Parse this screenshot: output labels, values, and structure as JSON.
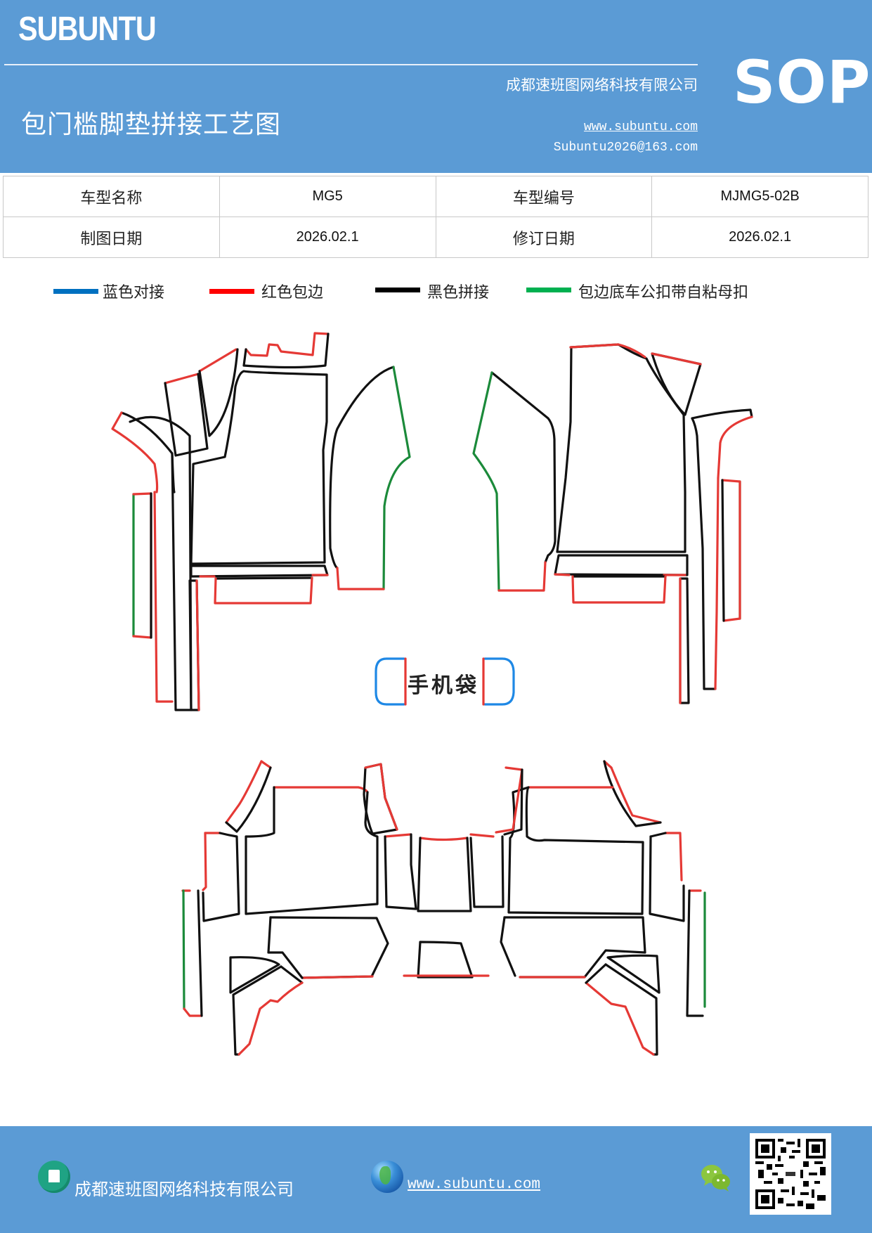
{
  "header": {
    "brand": "SUBUNTU",
    "doc_title": "包门槛脚垫拼接工艺图",
    "company": "成都速班图网络科技有限公司",
    "website": "www.subuntu.com",
    "email": "Subuntu2026@163.com",
    "badge": "SOP",
    "background_color": "#5b9bd5"
  },
  "info_table": {
    "rows": [
      {
        "label1": "车型名称",
        "value1": "MG5",
        "label2": "车型编号",
        "value2": "MJMG5-02B"
      },
      {
        "label1": "制图日期",
        "value1": "2026.02.1",
        "label2": "修订日期",
        "value2": "2026.02.1"
      }
    ]
  },
  "legend": {
    "items": [
      {
        "label": "蓝色对接",
        "color": "#0070c0"
      },
      {
        "label": "红色包边",
        "color": "#ff0000"
      },
      {
        "label": "黑色拼接",
        "color": "#000000"
      },
      {
        "label": "包边底车公扣带自粘母扣",
        "color": "#00b050"
      }
    ]
  },
  "diagram": {
    "phone_pocket_label": "手机袋",
    "line_colors": {
      "blue": "#1e88e5",
      "red": "#e53935",
      "black": "#111111",
      "green": "#1b8a3a"
    }
  },
  "footer": {
    "company": "成都速班图网络科技有限公司",
    "website": "www.subuntu.com",
    "icons": [
      "building-icon",
      "globe-icon",
      "wechat-icon",
      "qr-code"
    ]
  }
}
